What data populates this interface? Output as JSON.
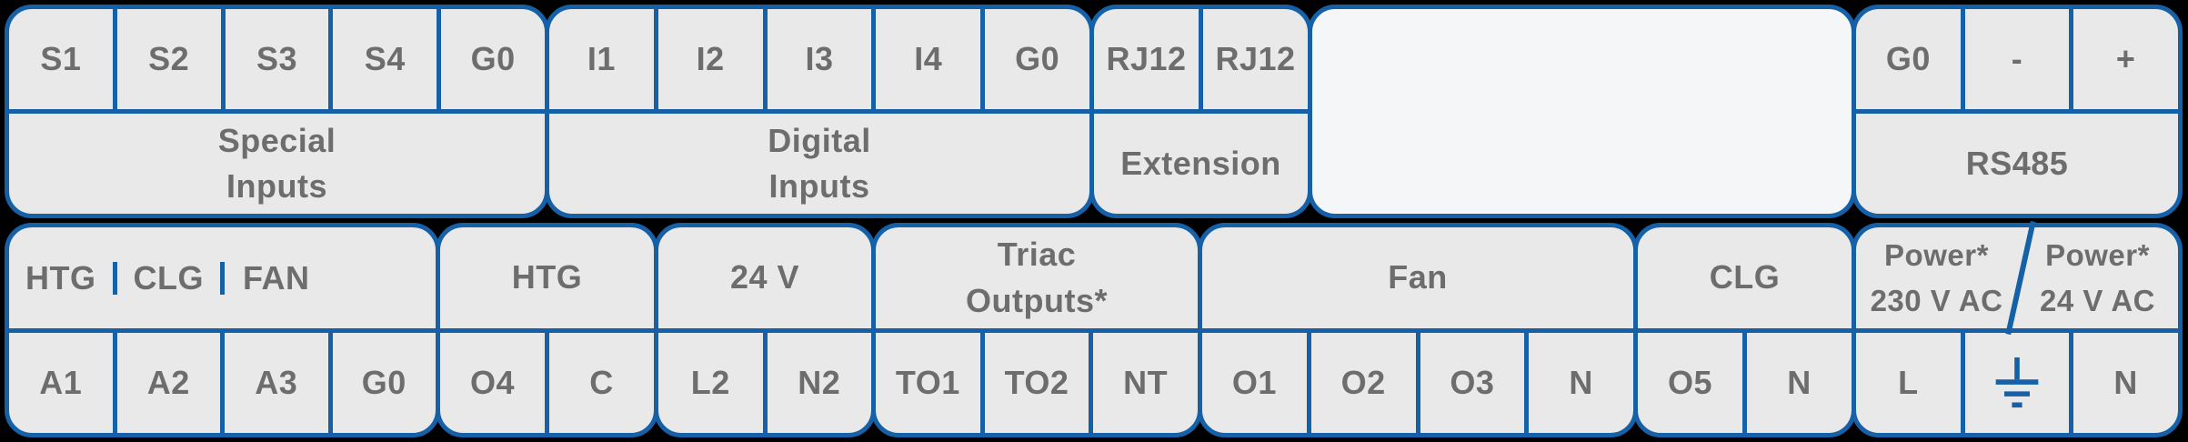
{
  "palette": {
    "blue": "#1560a7",
    "fill": "#e9e9e9",
    "blank": "#f5f6f7",
    "text": "#6d6d6d",
    "bg": "#000000"
  },
  "top": {
    "special_inputs": {
      "label": "Special\nInputs",
      "terminals": [
        "S1",
        "S2",
        "S3",
        "S4",
        "G0"
      ]
    },
    "digital_inputs": {
      "label": "Digital\nInputs",
      "terminals": [
        "I1",
        "I2",
        "I3",
        "I4",
        "G0"
      ]
    },
    "extension": {
      "label": "Extension",
      "terminals": [
        "RJ12",
        "RJ12"
      ]
    },
    "blank_panel": {
      "label": ""
    },
    "rs485": {
      "label": "RS485",
      "terminals": [
        "G0",
        "-",
        "+"
      ]
    }
  },
  "bottom": {
    "analog_outputs": {
      "labels": [
        "HTG",
        "CLG",
        "FAN",
        ""
      ],
      "terminals": [
        "A1",
        "A2",
        "A3",
        "G0"
      ]
    },
    "htg": {
      "label": "HTG",
      "terminals": [
        "O4",
        "C"
      ]
    },
    "v24": {
      "label": "24 V",
      "terminals": [
        "L2",
        "N2"
      ]
    },
    "triac_outputs": {
      "label": "Triac\nOutputs*",
      "terminals": [
        "TO1",
        "TO2",
        "NT"
      ]
    },
    "fan": {
      "label": "Fan",
      "terminals": [
        "O1",
        "O2",
        "O3",
        "N"
      ]
    },
    "clg": {
      "label": "CLG",
      "terminals": [
        "O5",
        "N"
      ]
    },
    "power": {
      "label_230": "Power*\n230 V AC",
      "label_24": "Power*\n24 V AC",
      "terminals": [
        "L",
        "earth-ground-icon",
        "N"
      ]
    }
  }
}
